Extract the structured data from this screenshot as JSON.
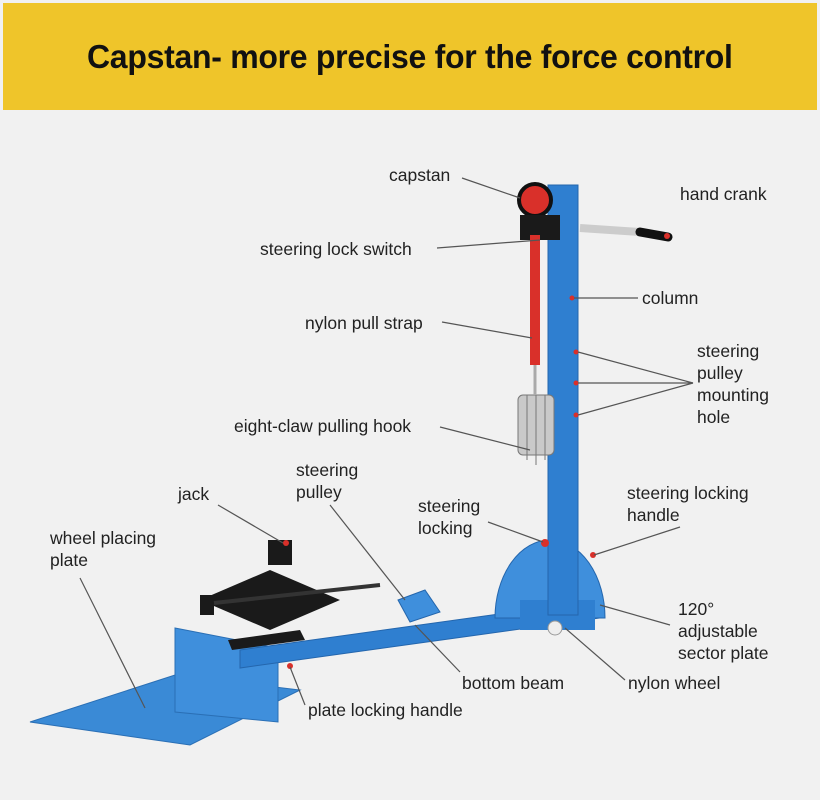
{
  "title": "Capstan- more precise for the force control",
  "labels": {
    "capstan": "capstan",
    "hand_crank": "hand crank",
    "steering_lock_switch": "steering lock switch",
    "column": "column",
    "nylon_pull_strap": "nylon pull strap",
    "pulley_hole": [
      "steering",
      "pulley",
      "mounting",
      "hole"
    ],
    "hook": "eight-claw pulling hook",
    "steering_pulley": [
      "steering",
      "pulley"
    ],
    "jack": "jack",
    "steering_locking": [
      "steering",
      "locking"
    ],
    "steering_locking_handle": [
      "steering locking",
      "handle"
    ],
    "wheel_plate": [
      "wheel placing",
      "plate"
    ],
    "sector_plate": [
      "120°",
      "adjustable",
      "sector plate"
    ],
    "bottom_beam": "bottom beam",
    "nylon_wheel": "nylon wheel",
    "plate_locking_handle": "plate locking handle"
  },
  "colors": {
    "banner": "#efc52a",
    "frame": "#2f7fd0",
    "strap": "#d9302a",
    "jack": "#1a1a1a"
  }
}
